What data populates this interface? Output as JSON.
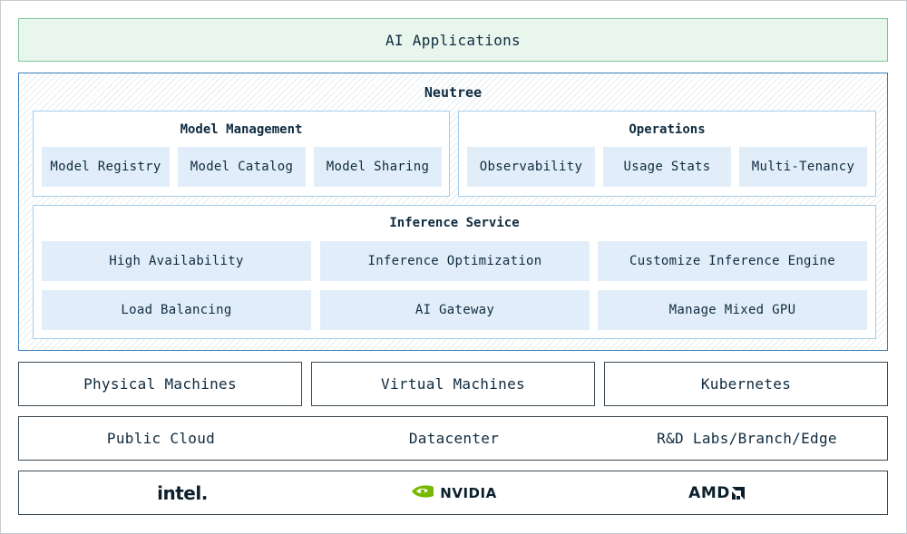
{
  "top": {
    "label": "AI Applications"
  },
  "neutree": {
    "title": "Neutree",
    "model_management": {
      "title": "Model Management",
      "items": [
        "Model Registry",
        "Model Catalog",
        "Model Sharing"
      ]
    },
    "operations": {
      "title": "Operations",
      "items": [
        "Observability",
        "Usage Stats",
        "Multi-Tenancy"
      ]
    },
    "inference_service": {
      "title": "Inference Service",
      "items": [
        "High Availability",
        "Inference Optimization",
        "Customize Inference Engine",
        "Load Balancing",
        "AI Gateway",
        "Manage Mixed GPU"
      ]
    }
  },
  "infrastructure": [
    "Physical Machines",
    "Virtual Machines",
    "Kubernetes"
  ],
  "locations": [
    "Public Cloud",
    "Datacenter",
    "R&D Labs/Branch/Edge"
  ],
  "vendors": {
    "intel": "intel.",
    "nvidia": "NVIDIA",
    "amd": "AMD"
  },
  "colors": {
    "top_fill": "#e9f6ee",
    "top_border": "#7cc696",
    "neutree_border": "#3a7fb8",
    "item_fill": "#e1eef9",
    "nvidia_green": "#76b900"
  },
  "icons": {
    "nvidia": "nvidia-eye-logo-icon",
    "amd": "amd-arrow-logo-icon"
  }
}
